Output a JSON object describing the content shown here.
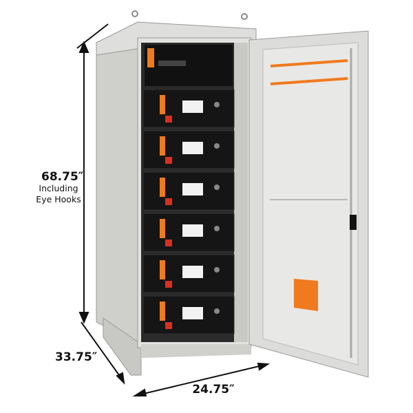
{
  "dimensions": {
    "height": "68.75″",
    "height_note_line1": "Including",
    "height_note_line2": "Eye Hooks",
    "depth": "33.75″",
    "width": "24.75″"
  },
  "colors": {
    "cabinet": "#d9d9d7",
    "battery": "#151515",
    "accent_orange": "#f07a1e"
  },
  "battery_modules": 6
}
